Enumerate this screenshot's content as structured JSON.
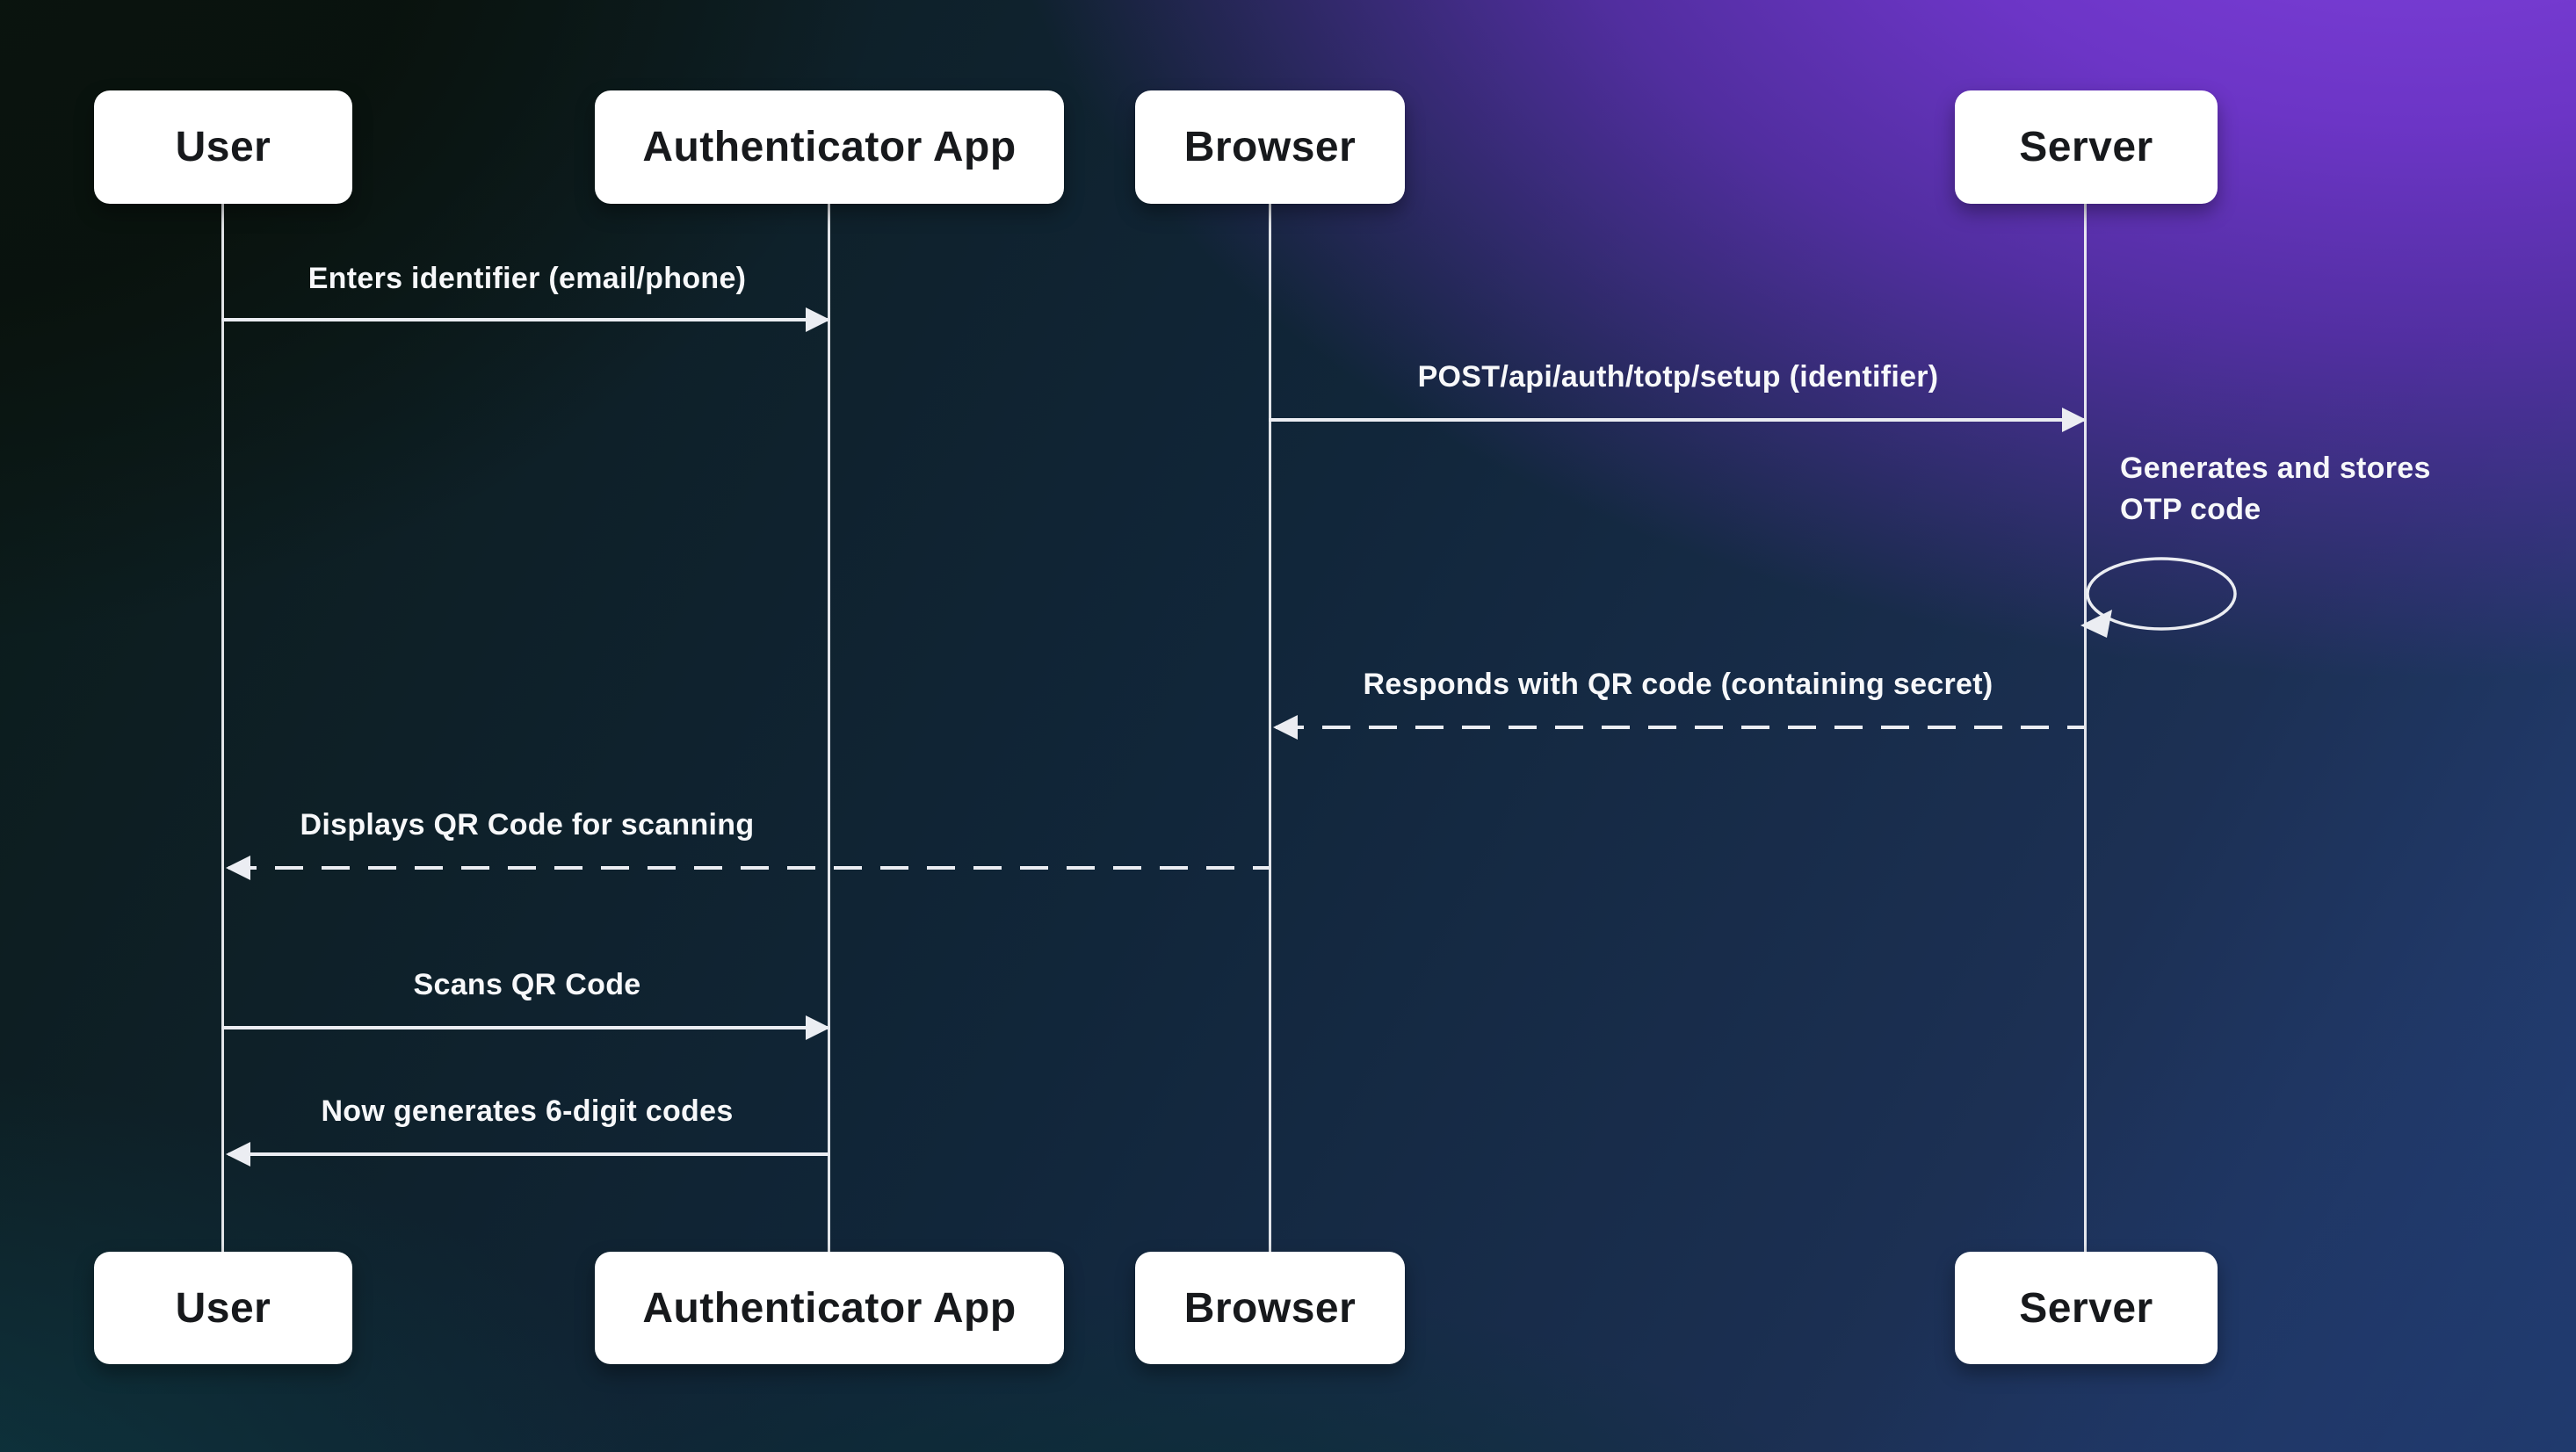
{
  "diagram": {
    "type": "sequence",
    "actors": [
      {
        "id": "user",
        "label": "User"
      },
      {
        "id": "authenticator-app",
        "label": "Authenticator App"
      },
      {
        "id": "browser",
        "label": "Browser"
      },
      {
        "id": "server",
        "label": "Server"
      }
    ],
    "messages": [
      {
        "label": "Enters identifier (email/phone)",
        "from": "User",
        "to": "Authenticator App",
        "line": "solid"
      },
      {
        "label": "POST/api/auth/totp/setup (identifier)",
        "from": "Browser",
        "to": "Server",
        "line": "solid"
      },
      {
        "label": "Responds with QR code (containing secret)",
        "from": "Server",
        "to": "Browser",
        "line": "dashed"
      },
      {
        "label": "Displays QR Code for scanning",
        "from": "Browser",
        "to": "User",
        "line": "dashed"
      },
      {
        "label": "Scans QR Code",
        "from": "User",
        "to": "Authenticator App",
        "line": "solid"
      },
      {
        "label": "Now generates 6-digit codes",
        "from": "Authenticator App",
        "to": "User",
        "line": "solid"
      }
    ],
    "self_message": {
      "label": "Generates and stores OTP code",
      "actor": "Server"
    },
    "colors": {
      "actor_box_bg": "#ffffff",
      "actor_box_text": "#17191c",
      "line": "#ebedf2",
      "message_text": "#f7f8fa",
      "bg_top_left": "#0a140e",
      "bg_top_right": "#7c3ed9",
      "bg_bottom_left": "#0d3944",
      "bg_bottom_right": "#1d3565",
      "bg_bottom_center": "#06312f"
    }
  }
}
